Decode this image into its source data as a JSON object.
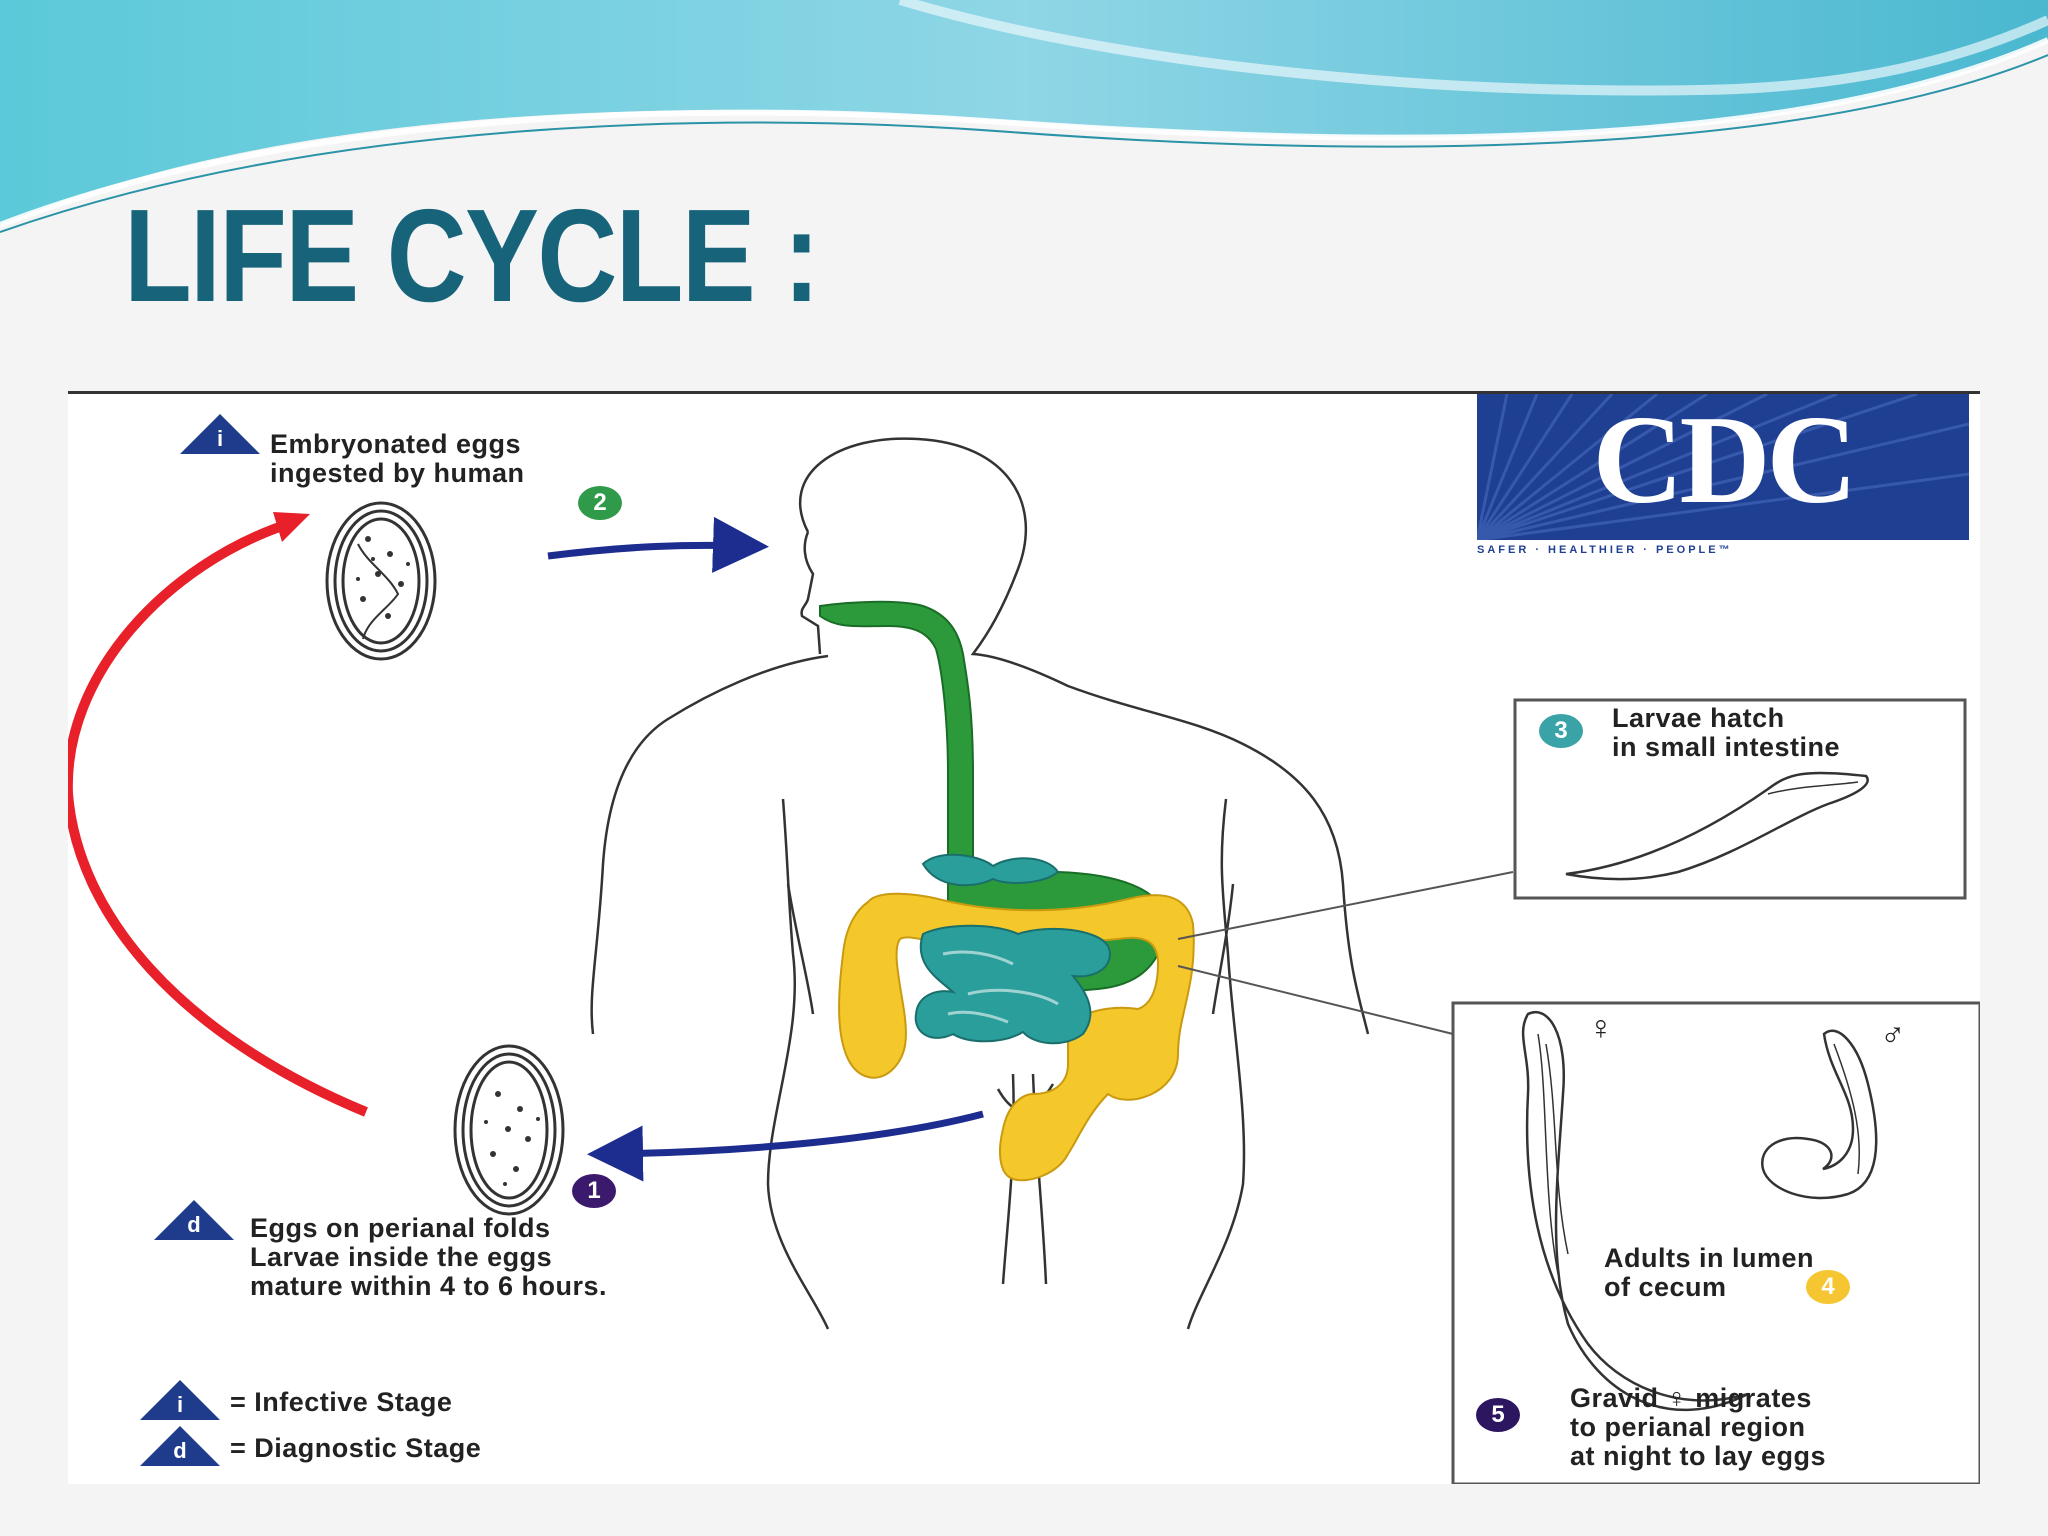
{
  "slide": {
    "title": "LIFE CYCLE :"
  },
  "logo": {
    "text": "CDC",
    "tagline": "SAFER · HEALTHIER · PEOPLE™"
  },
  "stages": {
    "infective_symbol": "i",
    "diagnostic_symbol": "d",
    "step2_line1": "Embryonated eggs",
    "step2_line2": "ingested by human",
    "step2_number": "2",
    "step3_line1": "Larvae hatch",
    "step3_line2": "in small intestine",
    "step3_number": "3",
    "step4_line1": "Adults in lumen",
    "step4_line2": "of cecum",
    "step4_number": "4",
    "female_symbol": "♀",
    "male_symbol": "♂",
    "step5_line1": "Gravid ♀ migrates",
    "step5_line2": "to perianal region",
    "step5_line3": "at night to lay eggs",
    "step5_number": "5",
    "step1_line1": "Eggs on perianal folds",
    "step1_line2": "Larvae inside the eggs",
    "step1_line3": "mature within 4 to 6 hours.",
    "step1_number": "1"
  },
  "legend": {
    "infective_label": "= Infective Stage",
    "diagnostic_label": "= Diagnostic Stage"
  },
  "colors": {
    "title": "#17647a",
    "digestive_upper": "#2c9a3a",
    "large_intestine": "#f4c72b",
    "small_intestine": "#2a9e9b",
    "cycle_arrow": "#e8202a",
    "transmission_arrow": "#1d2c8f",
    "badge_1": "#3b1a6e",
    "badge_2": "#2f9a4a",
    "badge_3": "#3aa3a8",
    "badge_4": "#f5c632",
    "badge_5": "#2d1660",
    "triangle": "#1f3c8c"
  }
}
